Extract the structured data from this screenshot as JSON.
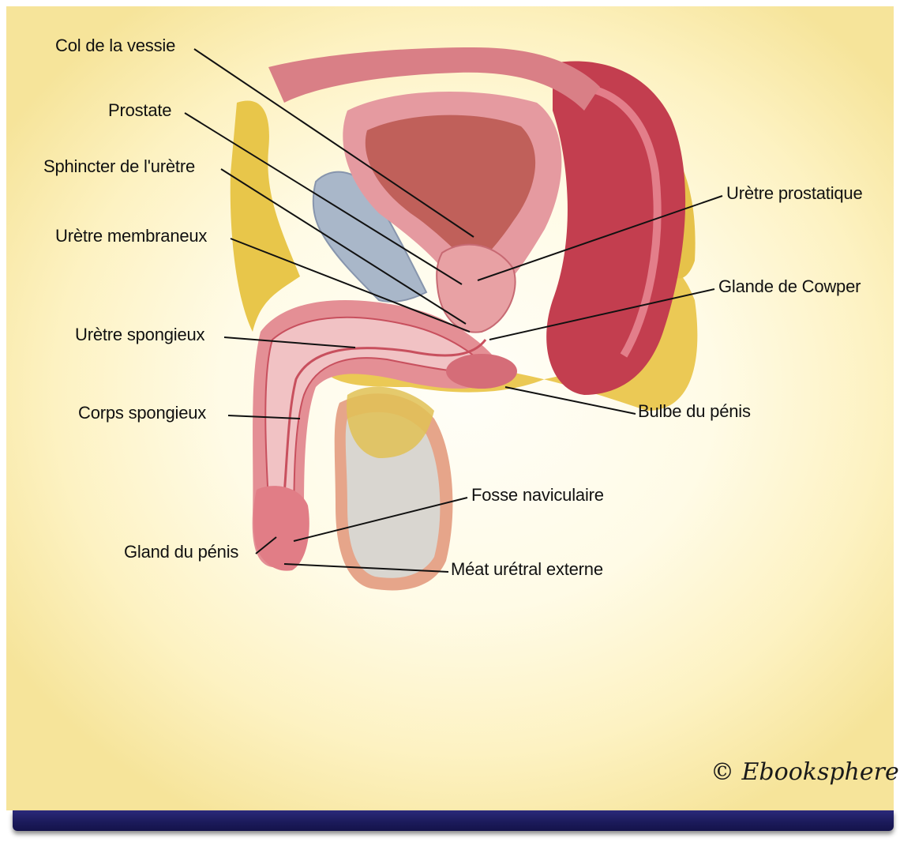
{
  "labels": {
    "col_vessie": "Col de la vessie",
    "prostate": "Prostate",
    "sphincter": "Sphincter de l'urètre",
    "uretre_membraneux": "Urètre membraneux",
    "uretre_spongieux": "Urètre spongieux",
    "corps_spongieux": "Corps spongieux",
    "gland": "Gland du pénis",
    "uretre_prostatique": "Urètre prostatique",
    "glande_cowper": "Glande de Cowper",
    "bulbe": "Bulbe du pénis",
    "fosse": "Fosse naviculaire",
    "meat": "Méat urétral externe"
  },
  "copyright": "© Ebooksphere.net",
  "colors": {
    "background": "#fdf6d6",
    "bottom_bar": "#1c1b5c",
    "tissue_pink": "#e48f95",
    "tissue_dark": "#c8505e",
    "fat_yellow": "#e8c64a",
    "bladder_interior": "#c0605a",
    "rectum": "#c33e4f",
    "testis": "#d9d6d0",
    "pubic_bone": "#a9b7c9"
  }
}
